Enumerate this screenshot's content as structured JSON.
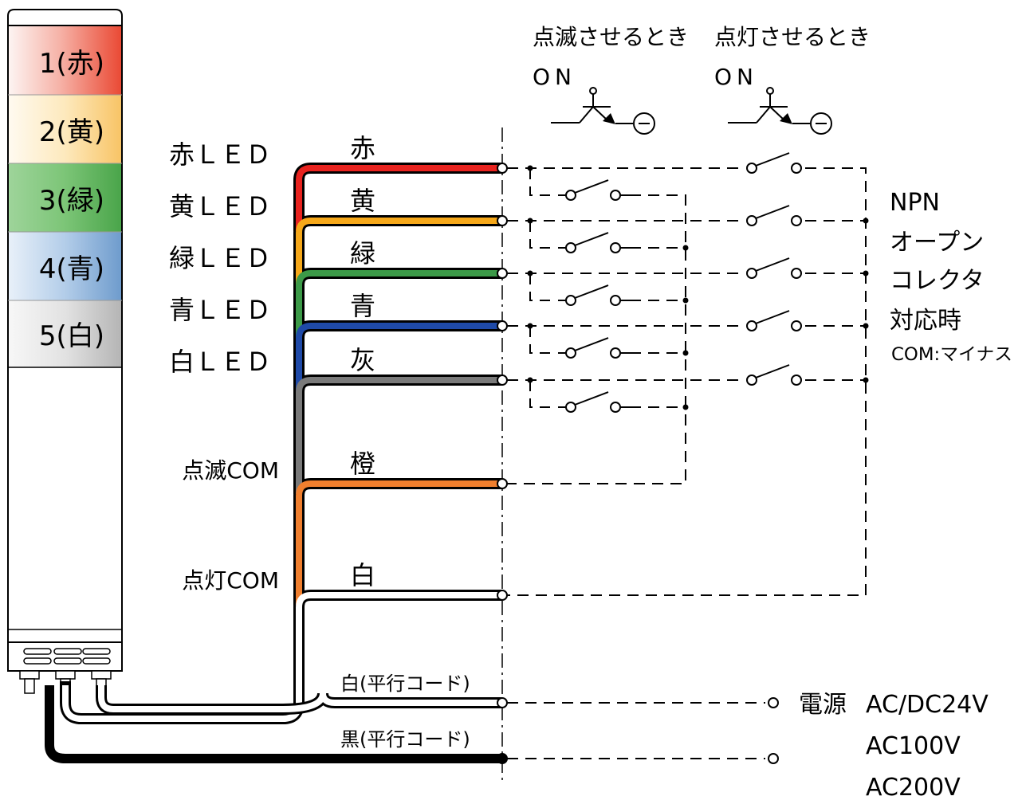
{
  "tower": {
    "tiers": [
      {
        "label": "1(赤)",
        "color": "#ef6a55"
      },
      {
        "label": "2(黄)",
        "color": "#fbd98c"
      },
      {
        "label": "3(緑)",
        "color": "#6fbf6b"
      },
      {
        "label": "4(青)",
        "color": "#7da9d6"
      },
      {
        "label": "5(白)",
        "color": "#c8c8c8"
      }
    ]
  },
  "led_labels": [
    "赤ＬＥＤ",
    "黄ＬＥＤ",
    "緑ＬＥＤ",
    "青ＬＥＤ",
    "白ＬＥＤ"
  ],
  "com_labels": {
    "flash": "点滅COM",
    "light": "点灯COM"
  },
  "wires": [
    {
      "label": "赤",
      "color": "#e8231f"
    },
    {
      "label": "黄",
      "color": "#f6a81a"
    },
    {
      "label": "緑",
      "color": "#3c9a48"
    },
    {
      "label": "青",
      "color": "#1f4aa8"
    },
    {
      "label": "灰",
      "color": "#7a7a7a"
    },
    {
      "label": "橙",
      "color": "#f07f2e"
    },
    {
      "label": "白",
      "color": "#ffffff"
    }
  ],
  "power_wires": {
    "white": "白(平行コード)",
    "black": "黒(平行コード)"
  },
  "headers": {
    "flash_title": "点滅させるとき",
    "flash_on": "ON",
    "light_title": "点灯させるとき",
    "light_on": "ON"
  },
  "npn_note": [
    "NPN",
    "オープン",
    "コレクタ",
    "対応時",
    "COM:マイナス"
  ],
  "power": {
    "label": "電源",
    "voltages": [
      "AC/DC24V",
      "AC100V",
      "AC200V"
    ]
  }
}
